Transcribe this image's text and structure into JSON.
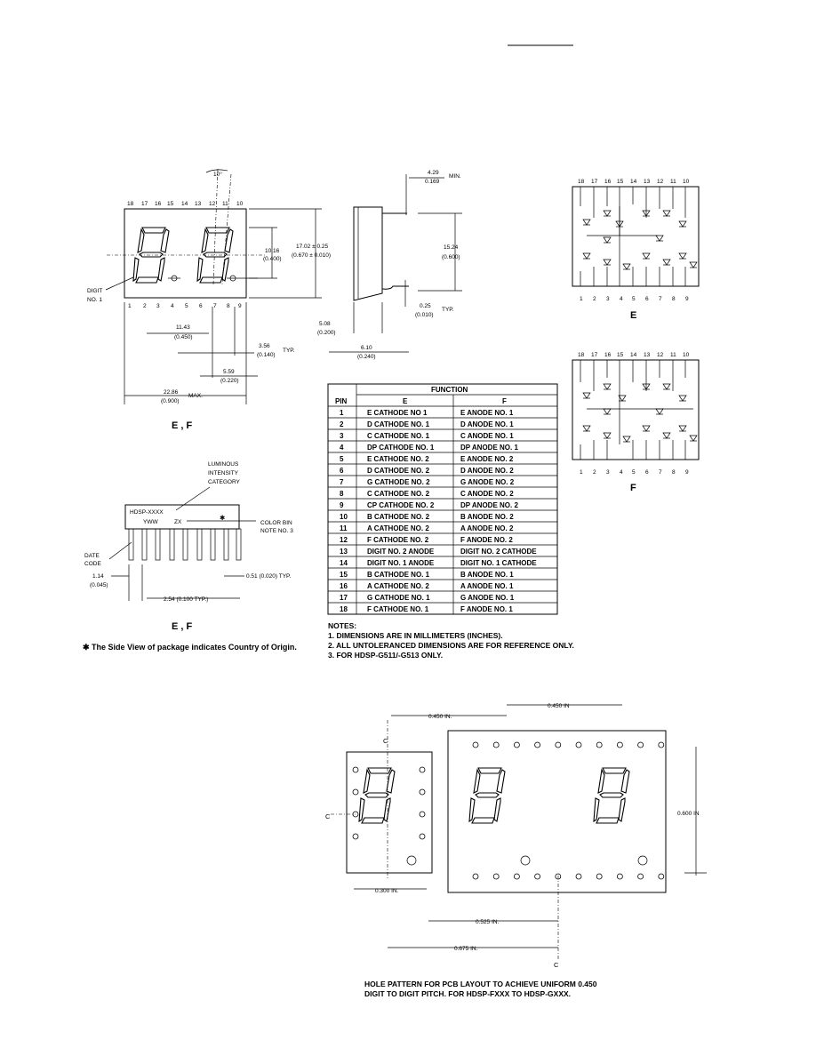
{
  "top_view": {
    "pins_top": [
      "18",
      "17",
      "16",
      "15",
      "14",
      "13",
      "12",
      "11",
      "10"
    ],
    "pins_bottom": [
      "1",
      "2",
      "3",
      "4",
      "5",
      "6",
      "7",
      "8",
      "9"
    ],
    "angle": "10°",
    "digit_label": "DIGIT",
    "digit_no": "NO. 1",
    "dim_height_mm": "10.16",
    "dim_height_in": "(0.400)",
    "dim_total_mm": "17.02 ± 0.25",
    "dim_total_in": "(0.670 ± 0.010)",
    "dim_pitch_mm": "11.43",
    "dim_pitch_in": "(0.450)",
    "dim_356_mm": "3.56",
    "dim_356_in": "(0.140)",
    "typ": "TYP.",
    "dim_558_mm": "5.59",
    "dim_558_in": "(0.220)",
    "dim_width_mm": "22.86",
    "dim_width_in": "(0.900)",
    "max": "MAX.",
    "caption": "E , F"
  },
  "side_view": {
    "dim_min_mm": "4.29",
    "dim_min_in": "0.169",
    "min": "MIN.",
    "dim_1524_mm": "15.24",
    "dim_1524_in": "(0.600)",
    "dim_025_mm": "0.25",
    "dim_025_in": "(0.010)",
    "typ": "TYP.",
    "dim_508_mm": "5.08",
    "dim_508_in": "(0.200)",
    "dim_610_mm": "6.10",
    "dim_610_in": "(0.240)"
  },
  "schematics": {
    "e_top_pins": [
      "18",
      "17",
      "16",
      "15",
      "14",
      "13",
      "12",
      "11",
      "10"
    ],
    "e_bottom_pins": [
      "1",
      "2",
      "3",
      "4",
      "5",
      "6",
      "7",
      "8",
      "9"
    ],
    "e_caption": "E",
    "f_top_pins": [
      "18",
      "17",
      "16",
      "15",
      "14",
      "13",
      "12",
      "11",
      "10"
    ],
    "f_bottom_pins": [
      "1",
      "2",
      "3",
      "4",
      "5",
      "6",
      "7",
      "8",
      "9"
    ],
    "f_caption": "F"
  },
  "function_table": {
    "header_function": "FUNCTION",
    "header_pin": "PIN",
    "header_e": "E",
    "header_f": "F",
    "rows": [
      {
        "pin": "1",
        "e": "E CATHODE NO 1",
        "f": "E ANODE NO. 1"
      },
      {
        "pin": "2",
        "e": "D CATHODE NO. 1",
        "f": "D ANODE NO. 1"
      },
      {
        "pin": "3",
        "e": "C CATHODE NO. 1",
        "f": "C ANODE NO. 1"
      },
      {
        "pin": "4",
        "e": "DP CATHODE NO. 1",
        "f": "DP ANODE NO. 1"
      },
      {
        "pin": "5",
        "e": "E CATHODE NO. 2",
        "f": "E ANODE NO. 2"
      },
      {
        "pin": "6",
        "e": "D CATHODE NO. 2",
        "f": "D ANODE NO. 2"
      },
      {
        "pin": "7",
        "e": "G CATHODE NO. 2",
        "f": "G ANODE NO. 2"
      },
      {
        "pin": "8",
        "e": "C CATHODE NO. 2",
        "f": "C ANODE NO. 2"
      },
      {
        "pin": "9",
        "e": "CP CATHODE NO. 2",
        "f": "DP ANODE NO. 2"
      },
      {
        "pin": "10",
        "e": "B CATHODE NO. 2",
        "f": "B ANODE NO. 2"
      },
      {
        "pin": "11",
        "e": "A CATHODE NO. 2",
        "f": "A ANODE NO. 2"
      },
      {
        "pin": "12",
        "e": "F CATHODE NO. 2",
        "f": "F ANODE NO. 2"
      },
      {
        "pin": "13",
        "e": "DIGIT NO. 2 ANODE",
        "f": "DIGIT NO. 2 CATHODE"
      },
      {
        "pin": "14",
        "e": "DIGIT NO. 1 ANODE",
        "f": "DIGIT NO. 1 CATHODE"
      },
      {
        "pin": "15",
        "e": "B CATHODE NO. 1",
        "f": "B ANODE NO. 1"
      },
      {
        "pin": "16",
        "e": "A CATHODE NO. 2",
        "f": "A ANODE NO. 1"
      },
      {
        "pin": "17",
        "e": "G CATHODE NO. 1",
        "f": "G ANODE NO. 1"
      },
      {
        "pin": "18",
        "e": "F CATHODE NO. 1",
        "f": "F ANODE NO. 1"
      }
    ]
  },
  "notes": {
    "title": "NOTES:",
    "items": [
      "1. DIMENSIONS ARE IN MILLIMETERS (INCHES).",
      "2. ALL UNTOLERANCED DIMENSIONS ARE FOR REFERENCE ONLY.",
      "3. FOR HDSP-G511/-G513 ONLY."
    ]
  },
  "front_view": {
    "luminous": "LUMINOUS",
    "intensity": "INTENSITY",
    "category": "CATEGORY",
    "part": "HDSP-XXXX",
    "yww": "YWW",
    "zx": "ZX",
    "star": "✱",
    "color_bin": "COLOR BIN",
    "note3": "NOTE NO. 3",
    "date": "DATE",
    "code": "CODE",
    "dim_114_mm": "1.14",
    "dim_114_in": "(0.045)",
    "dim_051": "0.51 (0.020) TYP.",
    "dim_254": "2.54 (0.100 TYP.)",
    "caption": "E , F",
    "footnote": "✱ The Side View of package indicates Country of Origin."
  },
  "pcb_layout": {
    "dim_450_top": "0.450 IN",
    "dim_450_left": "0.450 IN.",
    "dim_600": "0.600 IN",
    "dim_300": "0.300 IN.",
    "dim_525": "0.525 IN.",
    "dim_675": "0.675 IN.",
    "cl": "C",
    "caption_1": "HOLE PATTERN FOR PCB LAYOUT TO ACHIEVE UNIFORM 0.450",
    "caption_2": "DIGIT TO DIGIT PITCH. FOR HDSP-FXXX TO HDSP-GXXX."
  }
}
